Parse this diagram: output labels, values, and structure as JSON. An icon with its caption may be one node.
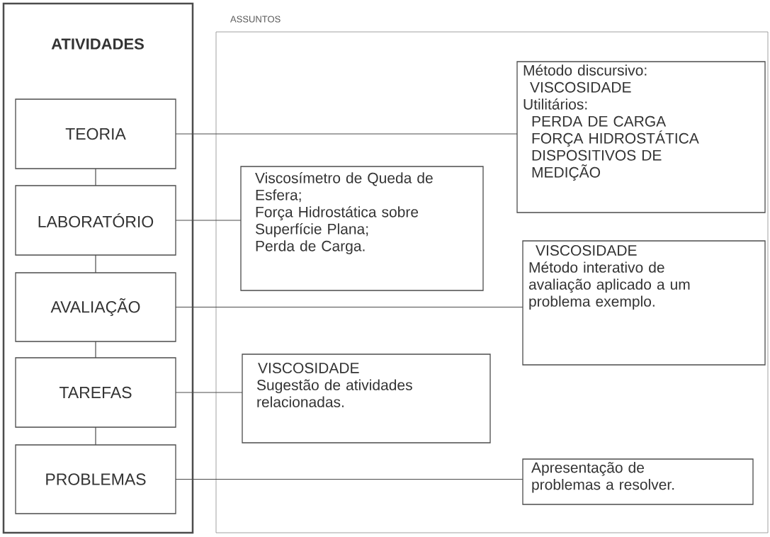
{
  "diagram": {
    "nodes": [
      {
        "text": [
          "ATIVIDADES"
        ]
      },
      {
        "text": [
          "TEORIA"
        ],
        "in": 0
      },
      {
        "text": [
          "LABORATÓRIO"
        ],
        "in": 0
      },
      {
        "text": [
          "AVALIAÇÃO"
        ],
        "in": 0
      },
      {
        "text": [
          "TAREFAS"
        ],
        "in": 0
      },
      {
        "text": [
          "PROBLEMAS"
        ],
        "in": 0
      },
      {
        "text": [
          "ASSUNTOS"
        ]
      },
      {
        "text": [
          "Método discursivo:",
          "VISCOSIDADE",
          "Utilitários:",
          "PERDA DE CARGA",
          "FORÇA HIDROSTÁTICA",
          "DISPOSITIVOS DE MEDIÇÃO"
        ],
        "in": 6
      },
      {
        "text": [
          "Viscosímetro de Queda de Esfera;",
          "Força Hidrostática sobre Superfície Plana;",
          "Perda de Carga."
        ],
        "in": 6
      },
      {
        "text": [
          "VISCOSIDADE",
          "Método interativo de avaliação aplicado a um problema exemplo."
        ],
        "in": 6
      },
      {
        "text": [
          "VISCOSIDADE",
          "Sugestão de atividades relacionadas."
        ],
        "in": 6
      },
      {
        "text": [
          "Apresentação de problemas a resolver."
        ],
        "in": 6
      }
    ],
    "edges": [
      {
        "from": 1,
        "to": 2,
        "arrow": "none"
      },
      {
        "from": 2,
        "to": 3,
        "arrow": "none"
      },
      {
        "from": 3,
        "to": 4,
        "arrow": "none"
      },
      {
        "from": 4,
        "to": 5,
        "arrow": "none"
      },
      {
        "from": 1,
        "to": 7,
        "arrow": "none"
      },
      {
        "from": 2,
        "to": 8,
        "arrow": "none"
      },
      {
        "from": 3,
        "to": 9,
        "arrow": "none"
      },
      {
        "from": 4,
        "to": 10,
        "arrow": "none"
      },
      {
        "from": 5,
        "to": 11,
        "arrow": "none"
      }
    ]
  }
}
